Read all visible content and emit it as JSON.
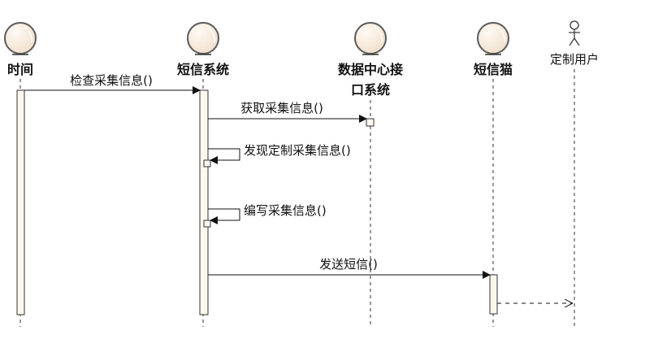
{
  "diagram": {
    "participants": [
      {
        "id": "time",
        "label": "时间"
      },
      {
        "id": "sms_system",
        "label": "短信系统"
      },
      {
        "id": "data_center_interface",
        "label_line1": "数据中心接",
        "label_line2": "口系统"
      },
      {
        "id": "sms_modem",
        "label": "短信猫"
      },
      {
        "id": "custom_user",
        "label": "定制用户"
      }
    ],
    "messages": [
      {
        "from": "time",
        "to": "sms_system",
        "label": "检查采集信息()"
      },
      {
        "from": "sms_system",
        "to": "data_center_interface",
        "label": "获取采集信息()"
      },
      {
        "from": "sms_system",
        "to": "sms_system",
        "label": "发现定制采集信息()"
      },
      {
        "from": "sms_system",
        "to": "sms_system",
        "label": "编写采集信息()"
      },
      {
        "from": "sms_system",
        "to": "sms_modem",
        "label": "发送短信()"
      },
      {
        "from": "sms_modem",
        "to": "custom_user",
        "label": ""
      }
    ]
  },
  "icons": {
    "participant": "entity-icon",
    "actor": "actor-icon"
  },
  "colors": {
    "participant_fill": "#f6e8d7",
    "participant_stroke": "#5a5a5a",
    "activation_fill": "#fff7ee",
    "line": "#111111"
  }
}
